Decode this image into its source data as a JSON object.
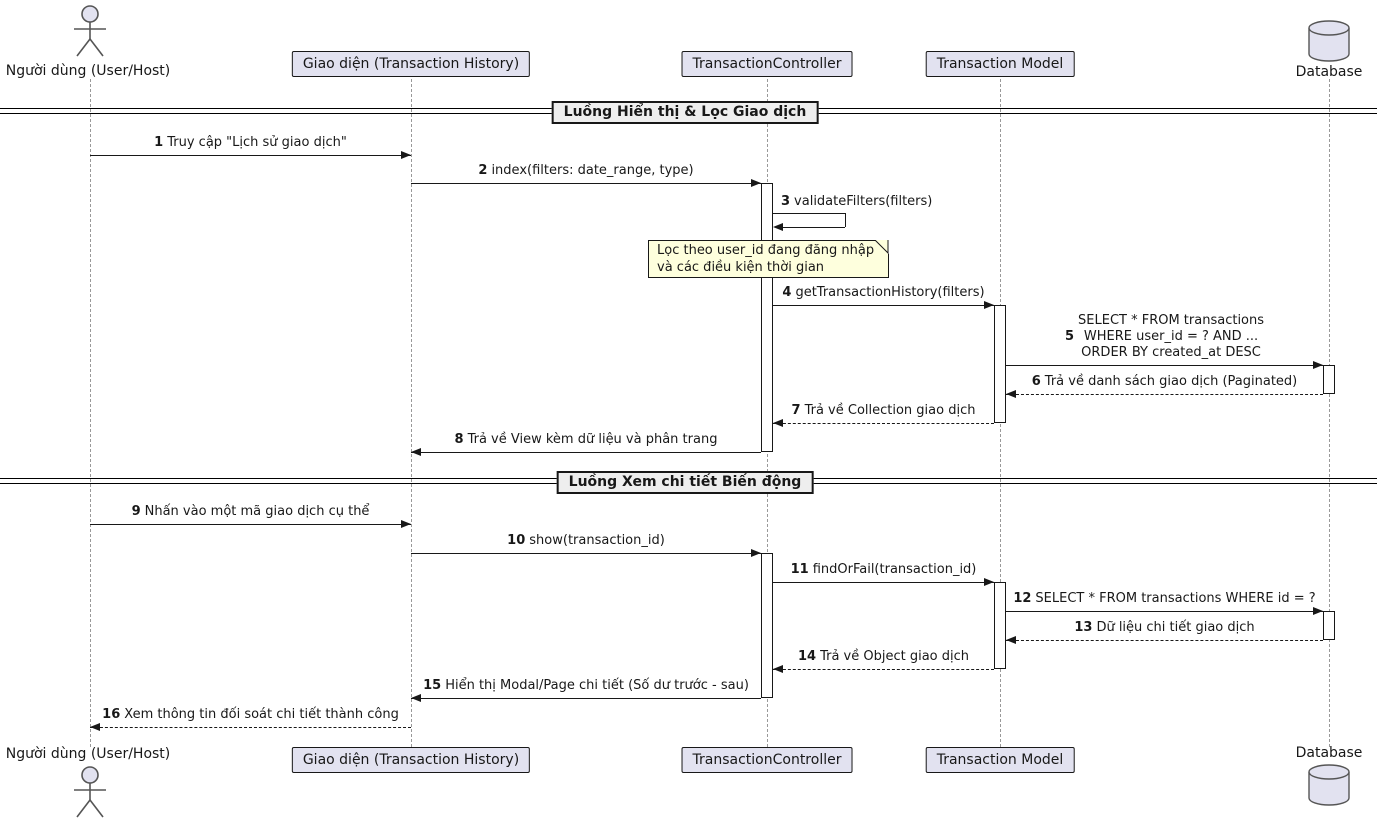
{
  "diagram": {
    "participants": [
      {
        "id": "user",
        "label": "Người dùng (User/Host)",
        "type": "actor"
      },
      {
        "id": "view",
        "label": "Giao diện (Transaction History)",
        "type": "participant"
      },
      {
        "id": "controller",
        "label": "TransactionController",
        "type": "participant"
      },
      {
        "id": "model",
        "label": "Transaction Model",
        "type": "participant"
      },
      {
        "id": "db",
        "label": "Database",
        "type": "database"
      }
    ],
    "dividers": [
      {
        "label": "Luồng Hiển thị & Lọc Giao dịch"
      },
      {
        "label": "Luồng Xem chi tiết Biến động"
      }
    ],
    "note": {
      "lines": [
        "Lọc theo user_id đang đăng nhập",
        "và các điều kiện thời gian"
      ]
    },
    "messages": [
      {
        "num": "1",
        "from": "user",
        "to": "view",
        "label": "Truy cập \"Lịch sử giao dịch\"",
        "line": "solid"
      },
      {
        "num": "2",
        "from": "view",
        "to": "controller",
        "label": "index(filters: date_range, type)",
        "line": "solid"
      },
      {
        "num": "3",
        "from": "controller",
        "to": "controller",
        "label": "validateFilters(filters)",
        "line": "self"
      },
      {
        "num": "4",
        "from": "controller",
        "to": "model",
        "label": "getTransactionHistory(filters)",
        "line": "solid"
      },
      {
        "num": "5",
        "from": "model",
        "to": "db",
        "label_lines": [
          "SELECT * FROM transactions",
          "WHERE user_id = ? AND ...",
          "ORDER BY created_at DESC"
        ],
        "line": "solid"
      },
      {
        "num": "6",
        "from": "db",
        "to": "model",
        "label": "Trả về danh sách giao dịch (Paginated)",
        "line": "dashed"
      },
      {
        "num": "7",
        "from": "model",
        "to": "controller",
        "label": "Trả về Collection giao dịch",
        "line": "dashed"
      },
      {
        "num": "8",
        "from": "controller",
        "to": "view",
        "label": "Trả về View kèm dữ liệu và phân trang",
        "line": "solid"
      },
      {
        "num": "9",
        "from": "user",
        "to": "view",
        "label": "Nhấn vào một mã giao dịch cụ thể",
        "line": "solid"
      },
      {
        "num": "10",
        "from": "view",
        "to": "controller",
        "label": "show(transaction_id)",
        "line": "solid"
      },
      {
        "num": "11",
        "from": "controller",
        "to": "model",
        "label": "findOrFail(transaction_id)",
        "line": "solid"
      },
      {
        "num": "12",
        "from": "model",
        "to": "db",
        "label": "SELECT * FROM transactions WHERE id = ?",
        "line": "solid"
      },
      {
        "num": "13",
        "from": "db",
        "to": "model",
        "label": "Dữ liệu chi tiết giao dịch",
        "line": "dashed"
      },
      {
        "num": "14",
        "from": "model",
        "to": "controller",
        "label": "Trả về Object giao dịch",
        "line": "dashed"
      },
      {
        "num": "15",
        "from": "controller",
        "to": "view",
        "label": "Hiển thị Modal/Page chi tiết (Số dư trước - sau)",
        "line": "solid"
      },
      {
        "num": "16",
        "from": "view",
        "to": "user",
        "label": "Xem thông tin đối soát chi tiết thành công",
        "line": "dashed"
      }
    ],
    "colors": {
      "participant_fill": "#E2E2F0",
      "participant_border": "#181818",
      "note_fill": "#FEFFDD",
      "divider_fill": "#EEEEEE",
      "line": "#181818",
      "lifeline": "#999999"
    }
  }
}
